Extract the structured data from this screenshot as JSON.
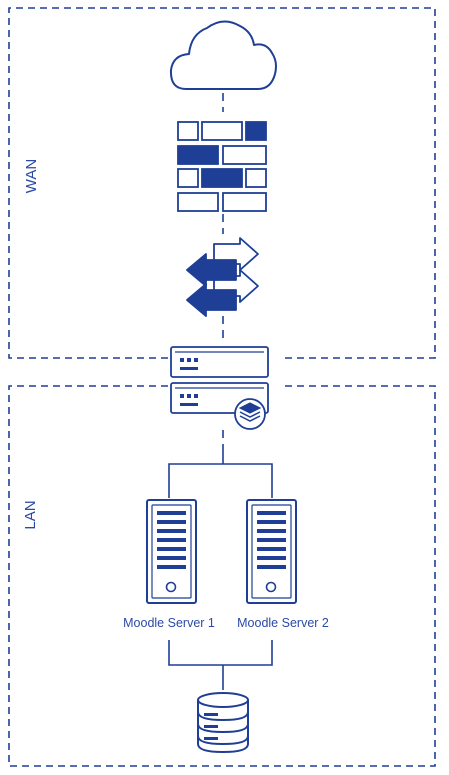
{
  "zones": {
    "wan": {
      "label": "WAN"
    },
    "lan": {
      "label": "LAN"
    }
  },
  "servers": [
    {
      "label": "Moodle Server 1"
    },
    {
      "label": "Moodle Server 2"
    }
  ],
  "colors": {
    "stroke": "#1f3f96",
    "fill": "#1f3f96",
    "label": "#2b4aa6",
    "background": "#ffffff"
  },
  "icons": [
    "cloud-icon",
    "firewall-icon",
    "router-icon",
    "load-balancer-icon",
    "server-icon",
    "database-icon"
  ]
}
